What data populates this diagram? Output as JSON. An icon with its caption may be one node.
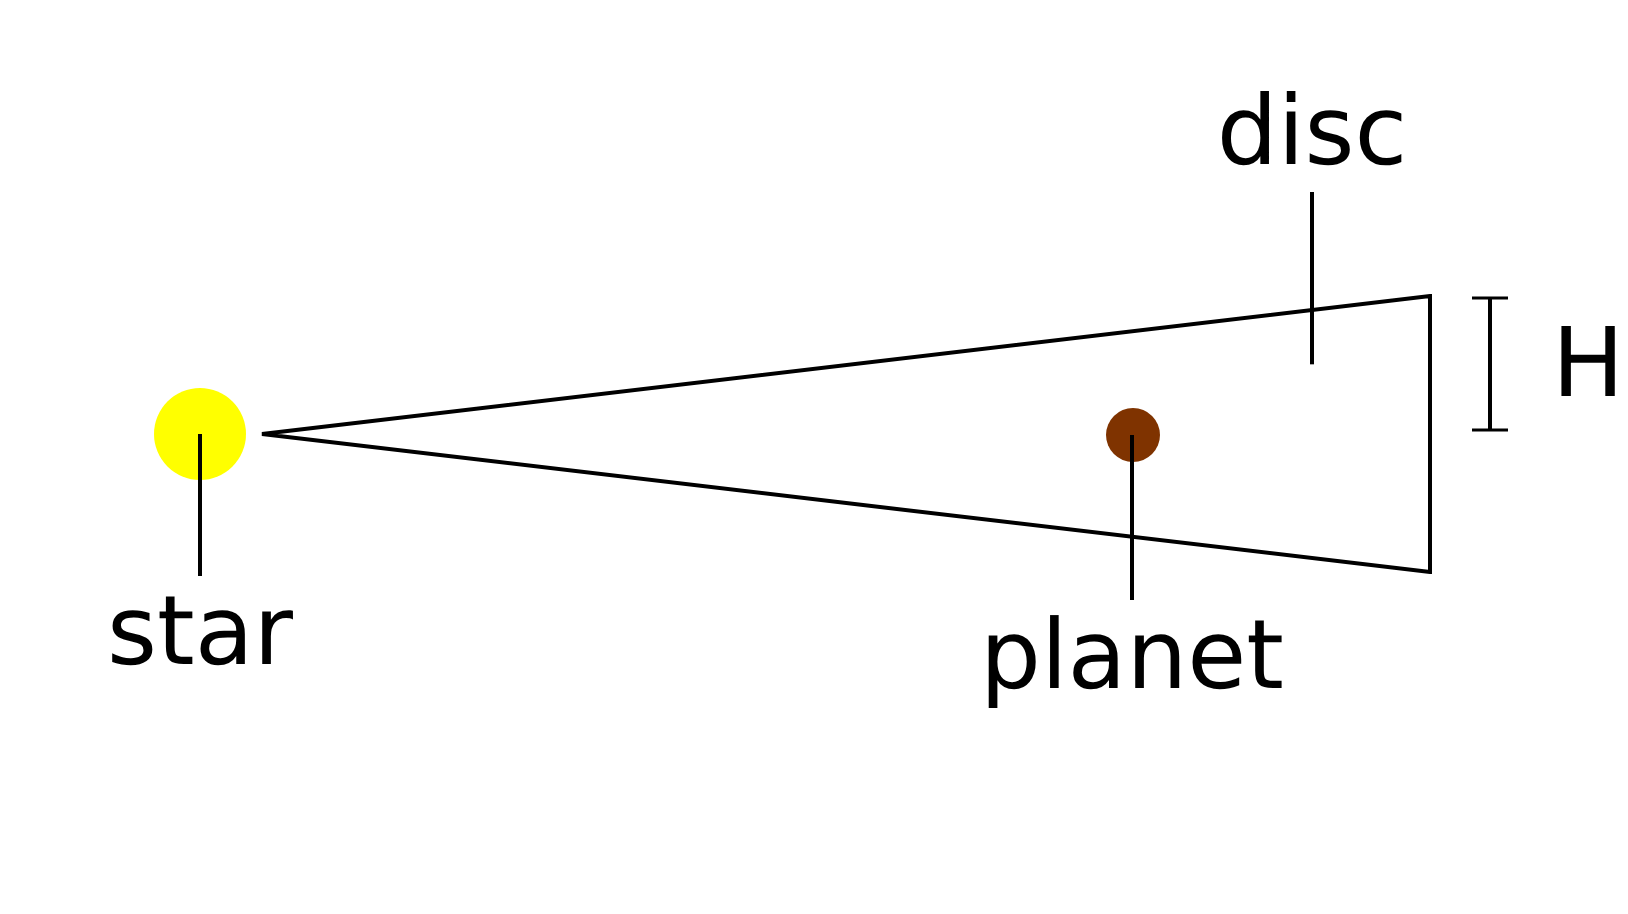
{
  "diagram": {
    "nodes": [
      {
        "text": [
          "star"
        ]
      },
      {
        "text": [],
        "shape": "circle"
      },
      {
        "text": [
          "disc"
        ]
      },
      {
        "text": [],
        "shape": "triangle"
      },
      {
        "text": [
          "planet"
        ]
      },
      {
        "text": [],
        "shape": "circle",
        "in": 3
      }
    ],
    "edges": [
      {
        "from": 0,
        "to": 1,
        "arrow": "none"
      },
      {
        "from": 2,
        "to": 3,
        "arrow": "none"
      },
      {
        "from": 4,
        "to": 5,
        "arrow": "none"
      }
    ],
    "labels": [
      "H"
    ]
  }
}
